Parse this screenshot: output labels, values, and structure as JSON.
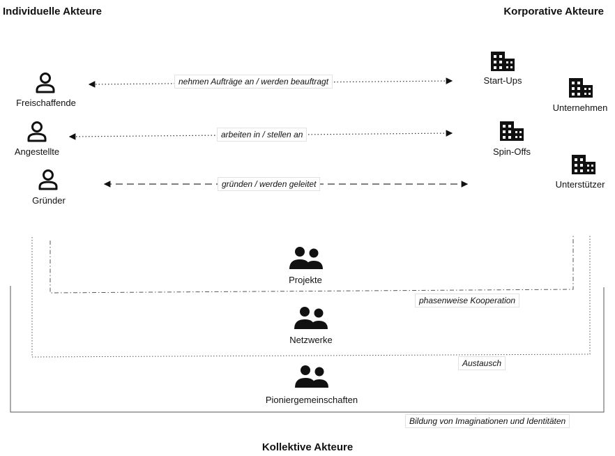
{
  "titles": {
    "individual": "Individuelle Akteure",
    "corporate": "Korporative Akteure",
    "collective": "Kollektive Akteure"
  },
  "individual_actors": {
    "freischaffende": "Freischaffende",
    "angestellte": "Angestellte",
    "gruender": "Gründer"
  },
  "corporate_actors": {
    "startups": "Start-Ups",
    "unternehmen": "Unternehmen",
    "spinoffs": "Spin-Offs",
    "unterstuetzer": "Unterstützer"
  },
  "relations": {
    "auftraege": "nehmen Aufträge an / werden beauftragt",
    "arbeiten": "arbeiten in / stellen an",
    "gruenden": "gründen / werden geleitet"
  },
  "collective_actors": {
    "projekte": "Projekte",
    "netzwerke": "Netzwerke",
    "pioniergemeinschaften": "Pioniergemeinschaften"
  },
  "boundaries": {
    "kooperation": "phasenweise Kooperation",
    "austausch": "Austausch",
    "bildung": "Bildung von Imaginationen und Identitäten"
  },
  "icons": {
    "person": "person-icon",
    "building": "building-icon",
    "group": "group-icon"
  }
}
